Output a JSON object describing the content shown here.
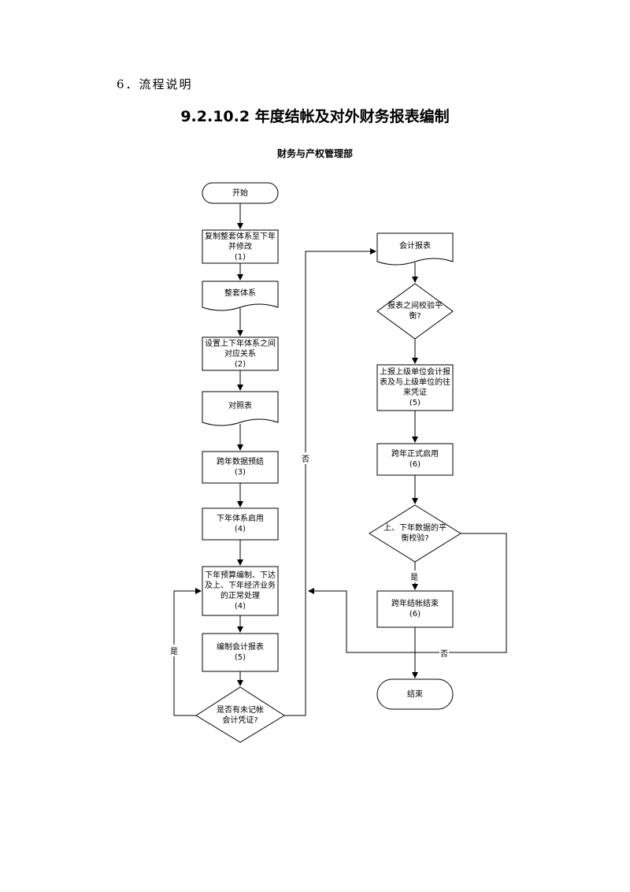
{
  "section_heading": "6．流程说明",
  "title": "9.2.10.2 年度结帐及对外财务报表编制",
  "department": "财务与产权管理部",
  "nodes": {
    "start": "开始",
    "step1": "复制整套体系至下年并修改\n(1)",
    "doc_system": "整套体系",
    "step2": "设置上下年体系之间对应关系\n(2)",
    "doc_table": "对照表",
    "step3": "跨年数据预结\n(3)",
    "step4a": "下年体系启用\n(4)",
    "step4b": "下年预算编制、下达及上、下年经济业务的正常处理\n(4)",
    "step5a": "编制会计报表\n(5)",
    "decision1": "是否有未记帐会计凭证?",
    "doc_report": "会计报表",
    "decision2": "报表之间校验平衡?",
    "step5b": "上报上级单位会计报表及与上级单位的往来凭证\n(5)",
    "step6a": "跨年正式启用\n(6)",
    "decision3": "上、下年数据的平衡校验?",
    "step6b": "跨年结帐结束\n(6)",
    "end": "结束"
  },
  "edge_labels": {
    "yes_left": "是",
    "no_left": "否",
    "yes_right": "是",
    "no_right": "否"
  }
}
